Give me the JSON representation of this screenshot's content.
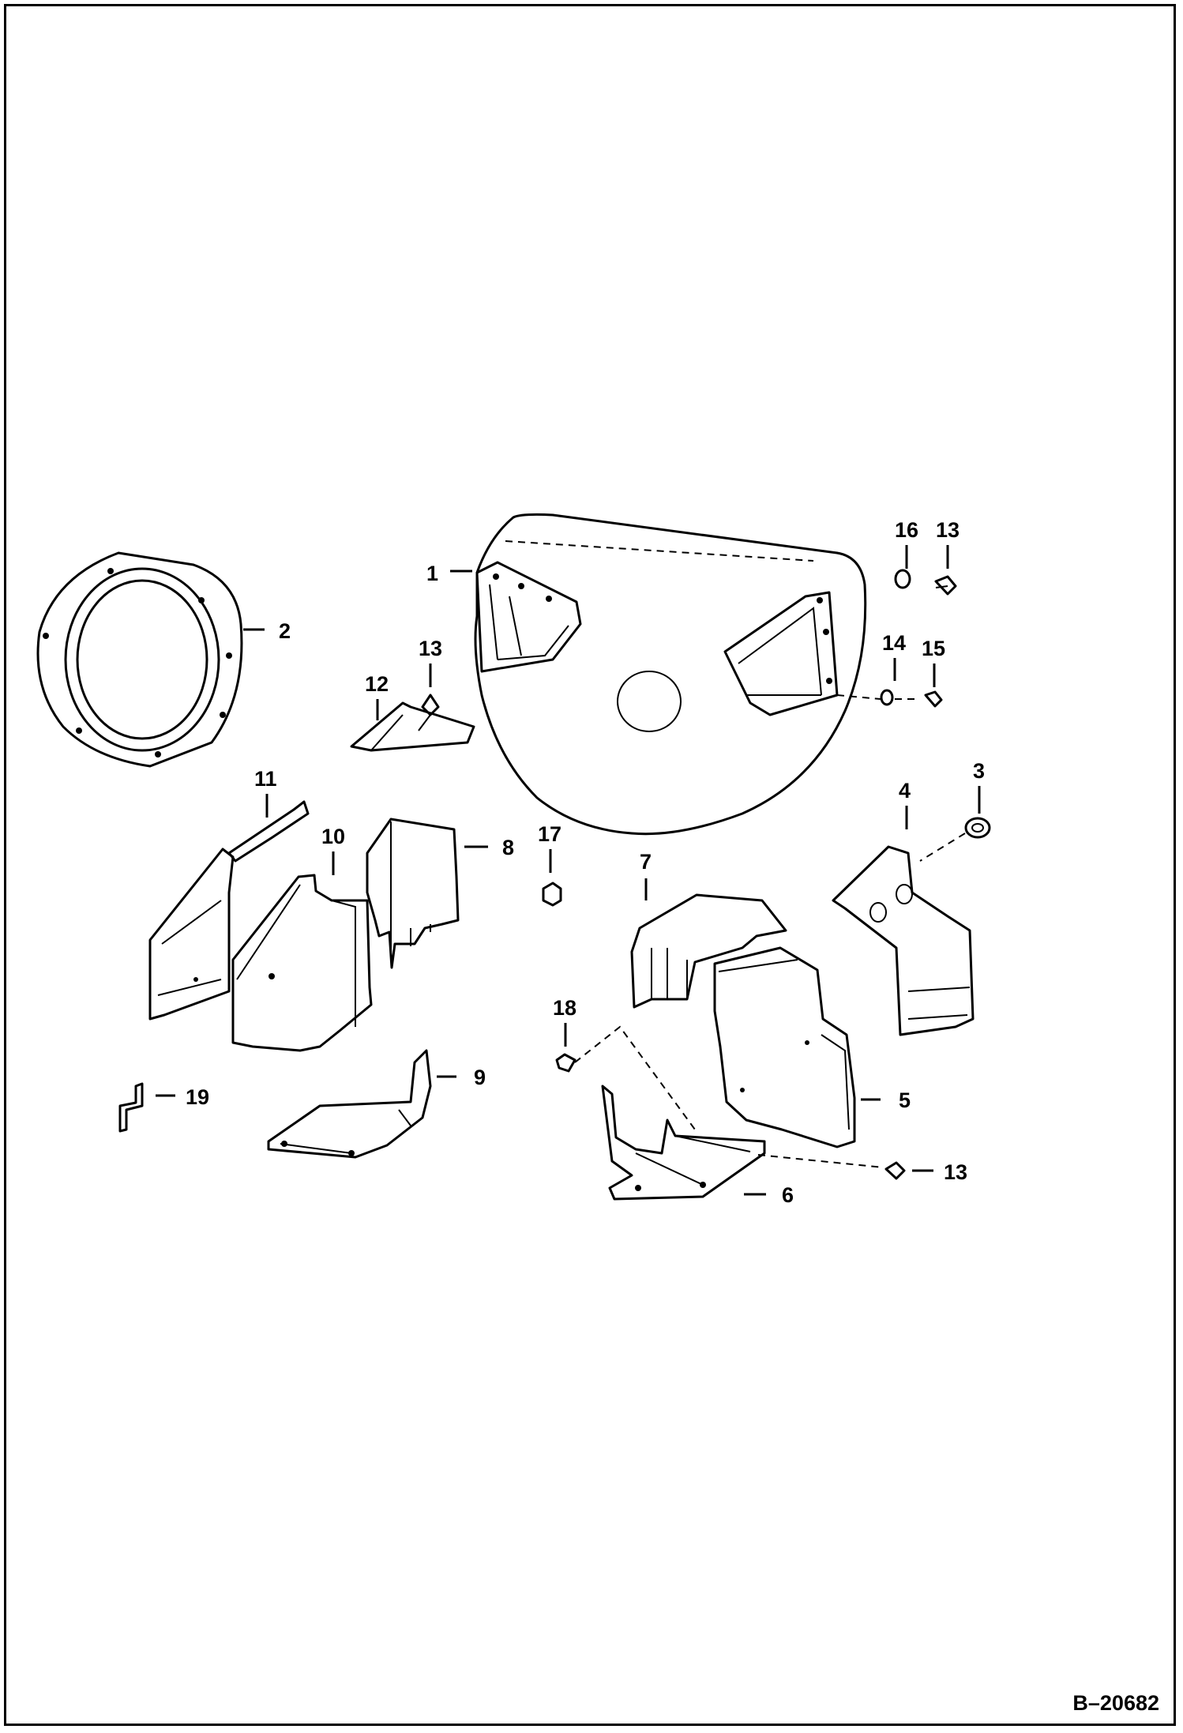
{
  "callouts": {
    "c1": "1",
    "c2": "2",
    "c3": "3",
    "c4": "4",
    "c5": "5",
    "c6": "6",
    "c7": "7",
    "c8": "8",
    "c9": "9",
    "c10": "10",
    "c11": "11",
    "c12": "12",
    "c13a": "13",
    "c13b": "13",
    "c13c": "13",
    "c14": "14",
    "c15": "15",
    "c16": "16",
    "c17": "17",
    "c18": "18",
    "c19": "19"
  },
  "drawing_ref": "B–20682"
}
